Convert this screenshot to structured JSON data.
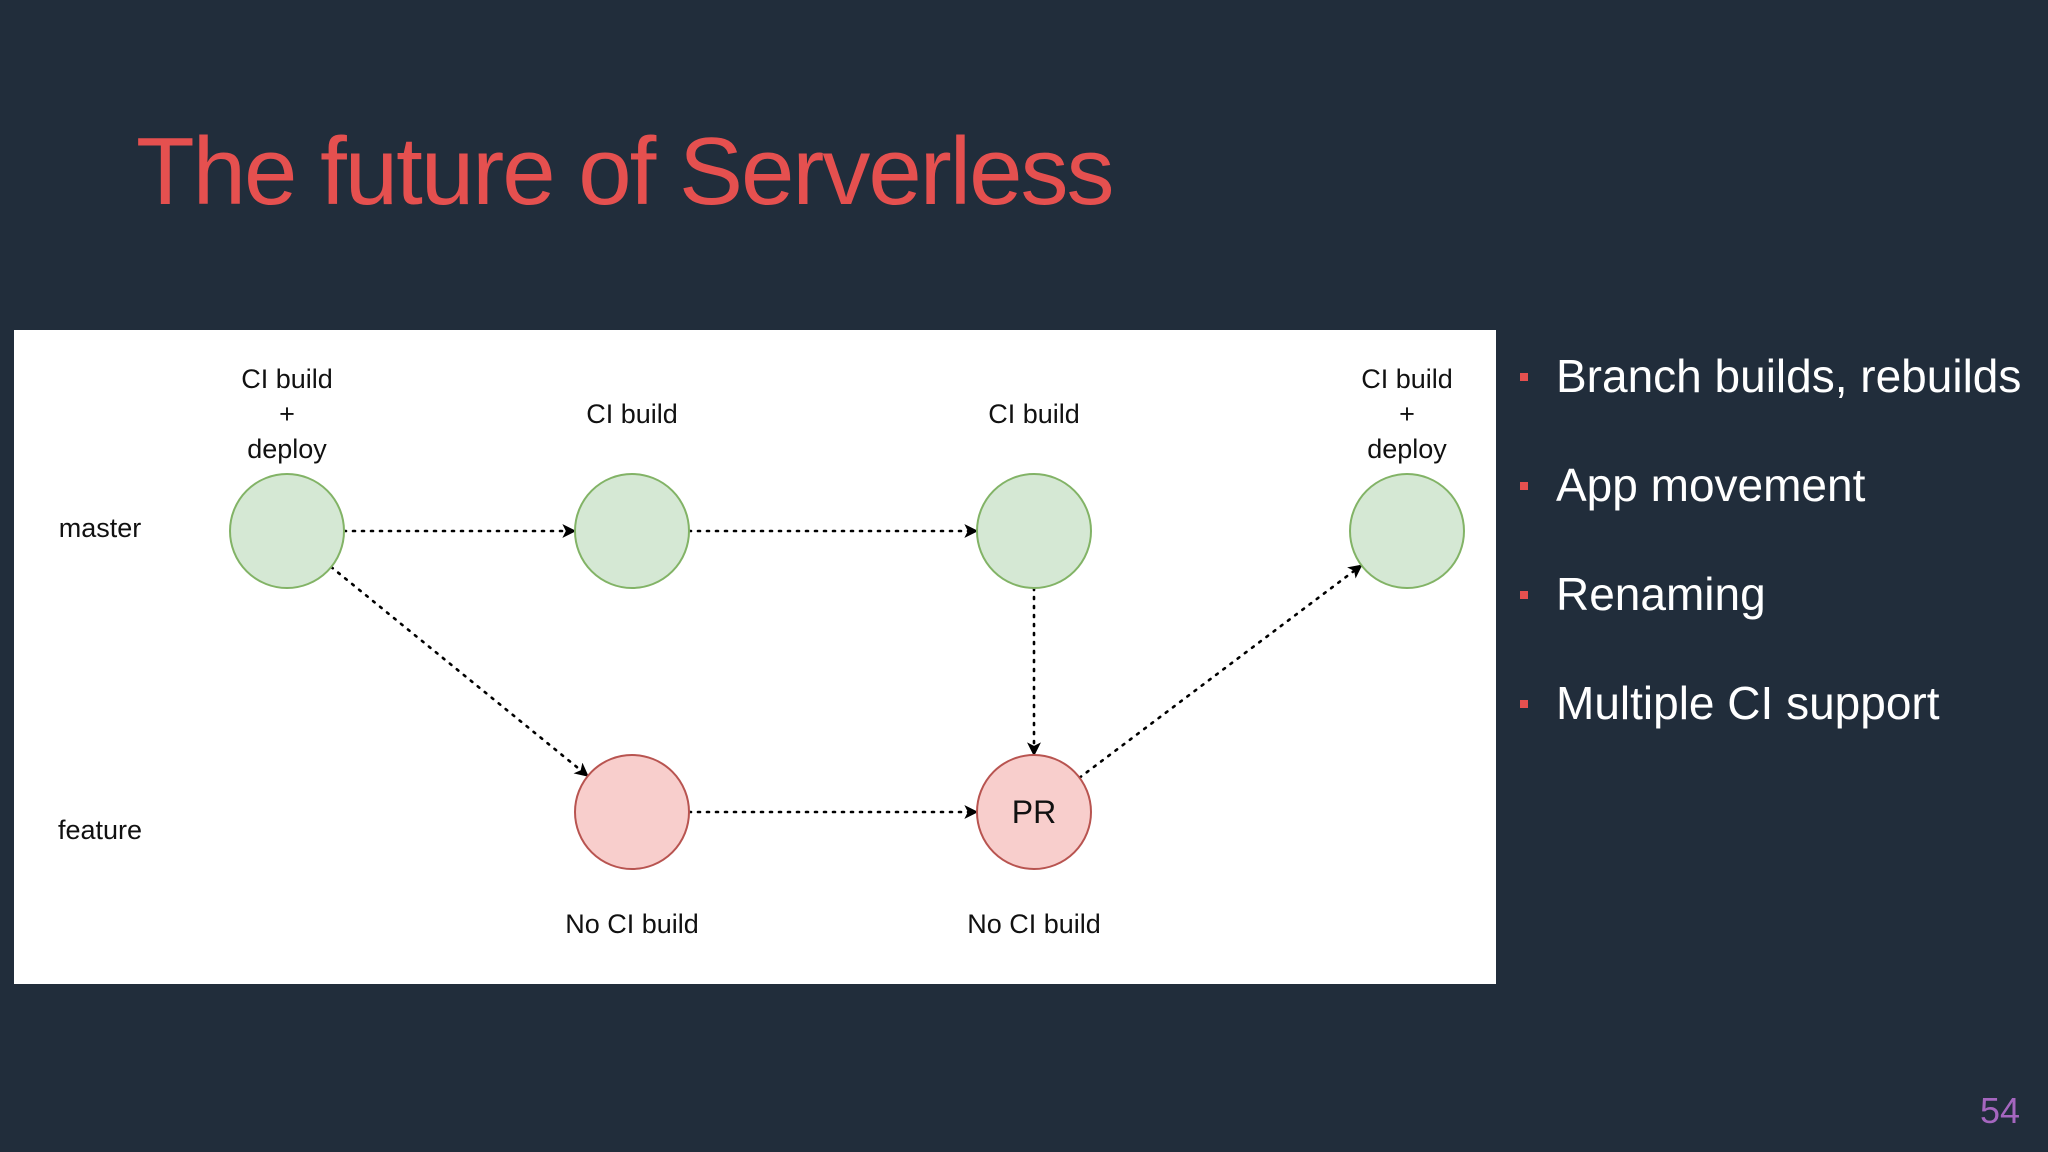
{
  "slide": {
    "title": "The future of Serverless",
    "page_number": "54"
  },
  "diagram": {
    "lanes": [
      {
        "id": "master",
        "label": "master"
      },
      {
        "id": "feature",
        "label": "feature"
      }
    ],
    "nodes": [
      {
        "id": "m1",
        "lane": "master",
        "status": "build",
        "inner_text": "",
        "caption": [
          "CI build",
          "+",
          "deploy"
        ]
      },
      {
        "id": "m2",
        "lane": "master",
        "status": "build",
        "inner_text": "",
        "caption": [
          "CI build"
        ]
      },
      {
        "id": "m3",
        "lane": "master",
        "status": "build",
        "inner_text": "",
        "caption": [
          "CI build"
        ]
      },
      {
        "id": "m4",
        "lane": "master",
        "status": "build",
        "inner_text": "",
        "caption": [
          "CI build",
          "+",
          "deploy"
        ]
      },
      {
        "id": "f1",
        "lane": "feature",
        "status": "no-build",
        "inner_text": "",
        "caption": [
          "No CI build"
        ]
      },
      {
        "id": "f2",
        "lane": "feature",
        "status": "no-build",
        "inner_text": "PR",
        "caption": [
          "No CI build"
        ]
      }
    ],
    "edges": [
      {
        "from": "m1",
        "to": "m2"
      },
      {
        "from": "m2",
        "to": "m3"
      },
      {
        "from": "m1",
        "to": "f1"
      },
      {
        "from": "f1",
        "to": "f2"
      },
      {
        "from": "m3",
        "to": "f2"
      },
      {
        "from": "f2",
        "to": "m4"
      }
    ],
    "colors": {
      "build_fill": "#d5e8d4",
      "build_stroke": "#82b366",
      "no_build_fill": "#f8cecc",
      "no_build_stroke": "#b85450"
    }
  },
  "bullets": [
    "Branch builds, rebuilds",
    "App movement",
    "Renaming",
    "Multiple CI support"
  ],
  "colors": {
    "background": "#212d3b",
    "title": "#e5504f",
    "bullet_marker": "#e5504f",
    "page_number": "#a566bf"
  }
}
